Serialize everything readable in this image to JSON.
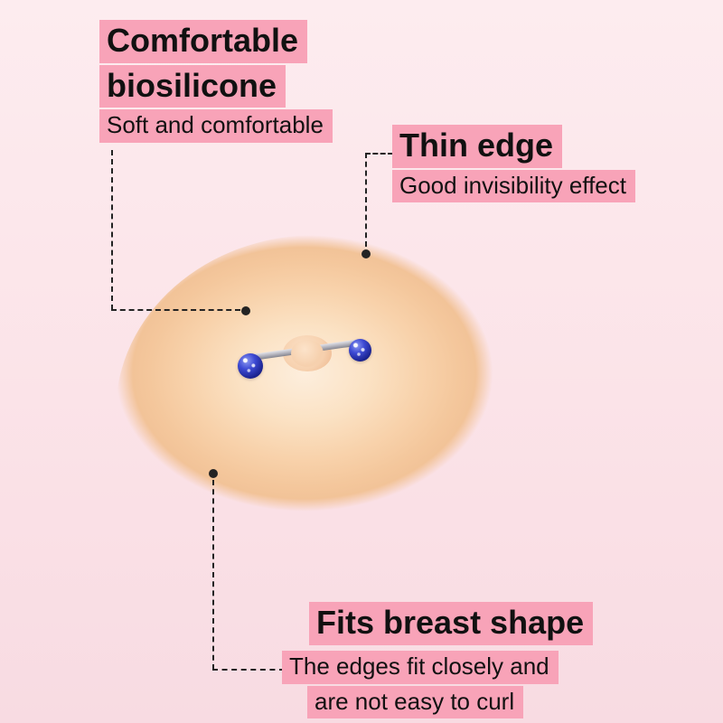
{
  "colors": {
    "background_top": "#fdecef",
    "background_mid": "#fbe3e8",
    "background_bottom": "#f8dbe2",
    "highlight": "#f8a3b8",
    "pad_light": "#fdeedd",
    "pad_mid": "#f8d2ab",
    "pad_edge": "#f2c398",
    "jewel_blue": "#1b2390",
    "bar_silver": "#b9b9c2",
    "line": "#232323"
  },
  "callouts": {
    "biosilicone": {
      "title_line1": "Comfortable",
      "title_line2": "biosilicone",
      "subtitle": "Soft and comfortable"
    },
    "thin_edge": {
      "title": "Thin edge",
      "subtitle": "Good invisibility effect"
    },
    "fits": {
      "title": "Fits breast shape",
      "subtitle_line1": "The edges fit closely and",
      "subtitle_line2": "are not easy to curl"
    }
  }
}
